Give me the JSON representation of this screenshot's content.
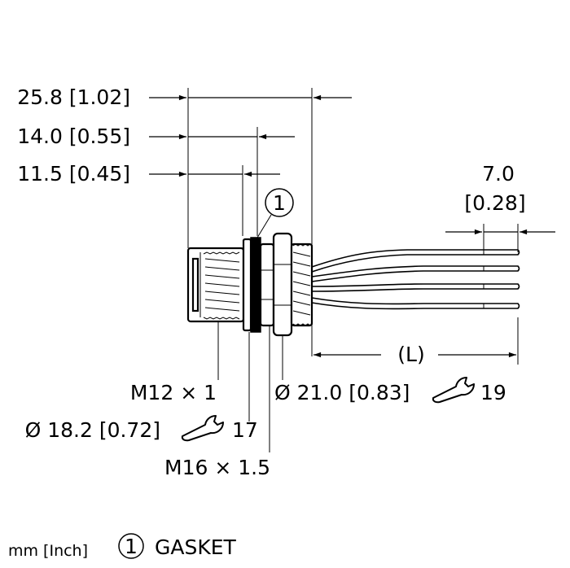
{
  "dimensions": {
    "overall_length": "25.8 [1.02]",
    "thread_length": "14.0 [0.55]",
    "front_length": "11.5 [0.45]",
    "strip_length_mm": "7.0",
    "strip_length_in": "[0.28]",
    "cable_length": "(L)"
  },
  "callouts": {
    "front_thread": "M12 × 1",
    "flange_diameter": "Ø 18.2 [0.72]",
    "wrench_17": "17",
    "rear_thread": "M16 × 1.5",
    "nut_diameter": "Ø 21.0 [0.83]",
    "wrench_19": "19"
  },
  "balloon": {
    "number": "1"
  },
  "footer": {
    "units": "mm [Inch]",
    "balloon_number": "1",
    "legend_text": "GASKET"
  },
  "icons": [
    "wrench-icon",
    "balloon-icon"
  ],
  "colors": {
    "ink": "#000000",
    "background": "#ffffff"
  }
}
